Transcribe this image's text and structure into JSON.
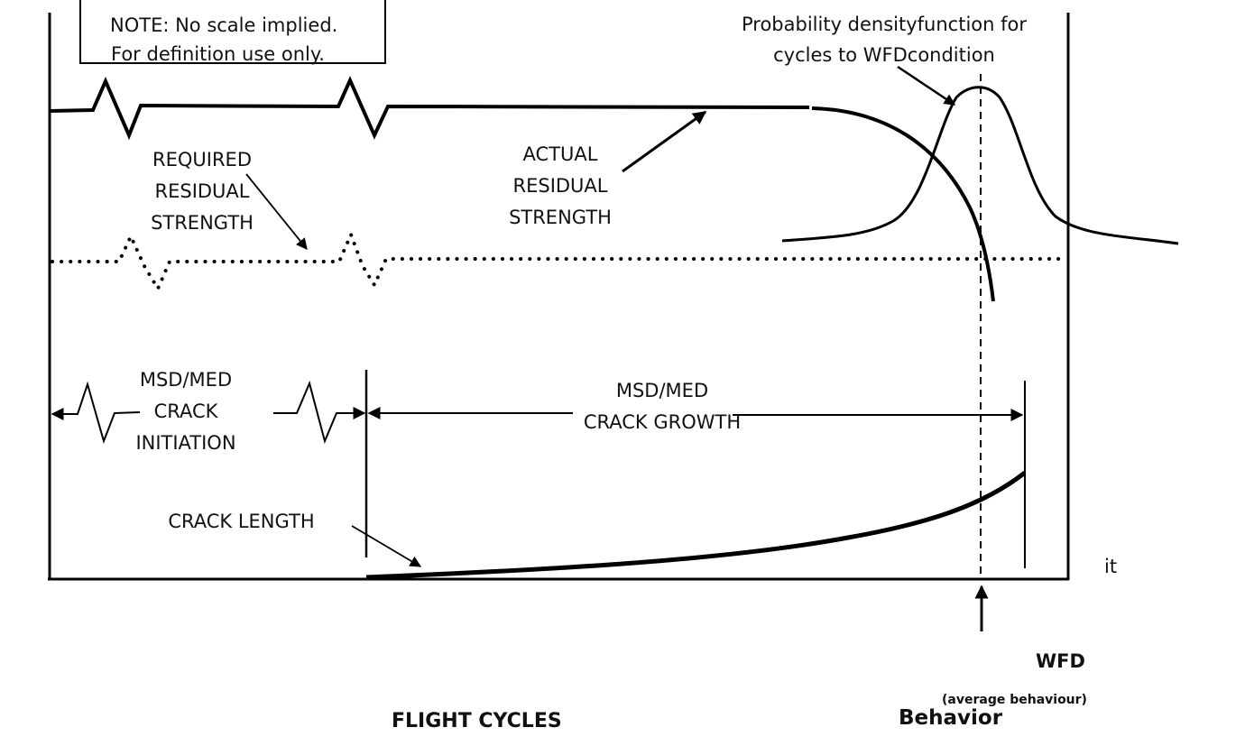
{
  "note": {
    "line1": "NOTE: No scale implied.",
    "line2": "For definition use only."
  },
  "labels": {
    "pdf_line1": "Probability densityfunction for",
    "pdf_line2": "cycles to WFDcondition",
    "required_l1": "REQUIRED",
    "required_l2": "RESIDUAL",
    "required_l3": "STRENGTH",
    "actual_l1": "ACTUAL",
    "actual_l2": "RESIDUAL",
    "actual_l3": "STRENGTH",
    "init_l1": "MSD/MED",
    "init_l2": "CRACK",
    "init_l3": "INITIATION",
    "growth_l1": "MSD/MED",
    "growth_l2": "CRACK GROWTH",
    "crack_length": "CRACK LENGTH",
    "it": "it",
    "wfd": "WFD",
    "average": "(average behaviour)",
    "behavior": "Behavior",
    "x_axis": "FLIGHT CYCLES"
  },
  "chart_data": {
    "type": "diagram",
    "title": "Widespread Fatigue Damage (WFD) definition",
    "xlabel": "FLIGHT CYCLES",
    "ylabel": "",
    "annotations": [
      "NOTE: No scale implied. For definition use only.",
      "Probability densityfunction for cycles to WFDcondition",
      "REQUIRED RESIDUAL STRENGTH",
      "ACTUAL RESIDUAL STRENGTH",
      "MSD/MED CRACK INITIATION",
      "MSD/MED CRACK GROWTH",
      "CRACK LENGTH",
      "WFD (average behaviour)"
    ],
    "series": [
      {
        "name": "Actual residual strength",
        "style": "solid",
        "shape": "flat then drops sharply near WFD point"
      },
      {
        "name": "Required residual strength",
        "style": "dotted",
        "shape": "flat constant"
      },
      {
        "name": "Crack length",
        "style": "solid",
        "shape": "zero during initiation, then grows exponentially"
      },
      {
        "name": "Probability density for cycles to WFD",
        "style": "solid",
        "shape": "bell curve centered at WFD point"
      }
    ],
    "markers": [
      {
        "name": "End of crack initiation / start of crack growth",
        "type": "vertical line"
      },
      {
        "name": "WFD (average behaviour)",
        "type": "dashed vertical line with up arrow"
      },
      {
        "name": "End of crack growth",
        "type": "vertical line"
      }
    ],
    "scale": "none"
  },
  "colors": {
    "line": "#000000",
    "background": "#ffffff"
  }
}
